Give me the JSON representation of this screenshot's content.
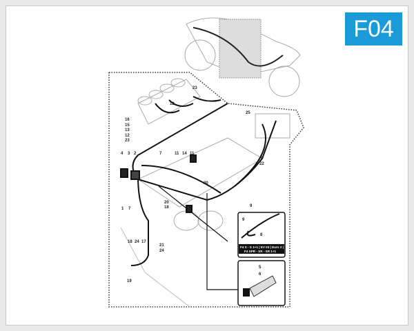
{
  "badge": {
    "code": "F04",
    "color": "#1a9ad6"
  },
  "diagram": {
    "callouts": [
      "16",
      "15",
      "13",
      "12",
      "23",
      "23",
      "12",
      "25",
      "8",
      "22",
      "11",
      "14",
      "11",
      "4",
      "3",
      "2",
      "7",
      "20",
      "20",
      "18",
      "1",
      "7",
      "9",
      "9",
      "8",
      "5",
      "6",
      "21",
      "24",
      "18",
      "24",
      "17",
      "19"
    ],
    "inset_caption": {
      "line1": "F4 S - S 1+1 | EV 03 | Euro 2 |",
      "line2": "F4 SPR - SR - SR 1+1"
    }
  }
}
